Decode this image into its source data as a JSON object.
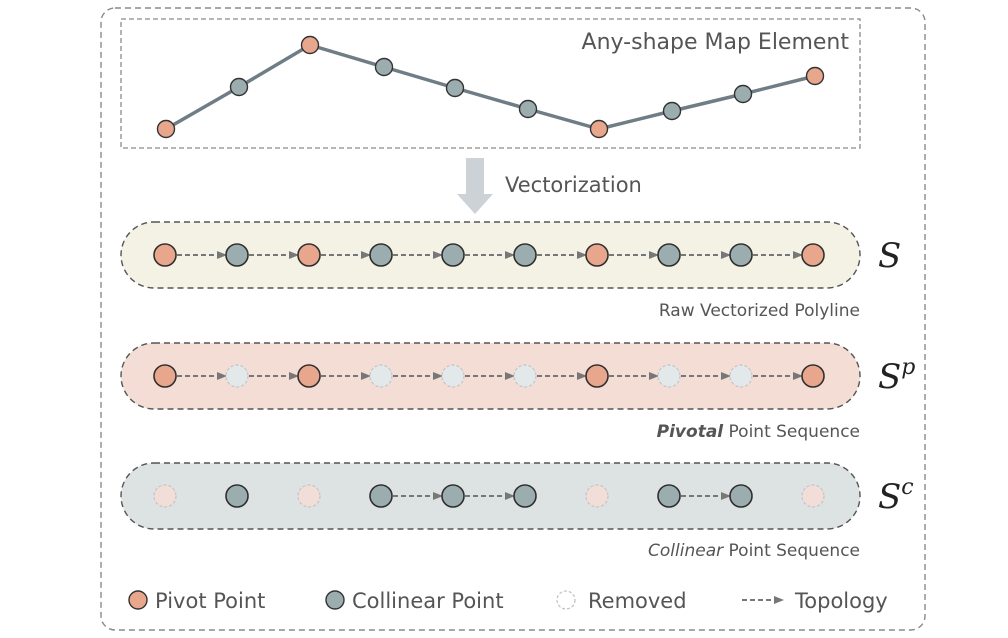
{
  "top_panel": {
    "title": "Any-shape Map Element"
  },
  "step": {
    "label": "Vectorization"
  },
  "rows": [
    {
      "symbol": "S",
      "superscript": "",
      "caption_emph": "",
      "caption_rest": "Raw  Vectorized Polyline",
      "background": "#f4f2e4",
      "points": [
        "pivot",
        "collinear",
        "pivot",
        "collinear",
        "collinear",
        "collinear",
        "pivot",
        "collinear",
        "collinear",
        "pivot"
      ],
      "arrows": [
        true,
        true,
        true,
        true,
        true,
        true,
        true,
        true,
        true
      ]
    },
    {
      "symbol": "S",
      "superscript": "p",
      "caption_emph": "Pivotal",
      "caption_rest": " Point  Sequence",
      "background": "#f3ddd5",
      "points": [
        "pivot",
        "removed-collinear",
        "pivot",
        "removed-collinear",
        "removed-collinear",
        "removed-collinear",
        "pivot",
        "removed-collinear",
        "removed-collinear",
        "pivot"
      ],
      "arrows": [
        true,
        true,
        true,
        true,
        true,
        true,
        true,
        true,
        true
      ]
    },
    {
      "symbol": "S",
      "superscript": "c",
      "caption_emph": "Collinear",
      "caption_rest": " Point Sequence",
      "background": "#dde2e3",
      "points": [
        "removed-pivot",
        "collinear",
        "removed-pivot",
        "collinear",
        "collinear",
        "collinear",
        "removed-pivot",
        "collinear",
        "collinear",
        "removed-pivot"
      ],
      "arrows": [
        false,
        false,
        false,
        true,
        true,
        false,
        false,
        true,
        false
      ]
    }
  ],
  "polyline": {
    "kinds": [
      "pivot",
      "collinear",
      "pivot",
      "collinear",
      "collinear",
      "collinear",
      "pivot",
      "collinear",
      "collinear",
      "pivot"
    ]
  },
  "legend": [
    {
      "kind": "pivot",
      "label": "Pivot Point"
    },
    {
      "kind": "collinear",
      "label": "Collinear Point"
    },
    {
      "kind": "removed",
      "label": "Removed"
    },
    {
      "kind": "topology",
      "label": "Topology"
    }
  ],
  "colors": {
    "pivot": "#e8a78c",
    "collinear": "#9cadb0",
    "removed_pivot": "#f3ddd8",
    "removed_collinear": "#e3e8ea",
    "line": "#6f7d86",
    "arrow": "#777777",
    "step_arrow": "#cdd2d6"
  }
}
